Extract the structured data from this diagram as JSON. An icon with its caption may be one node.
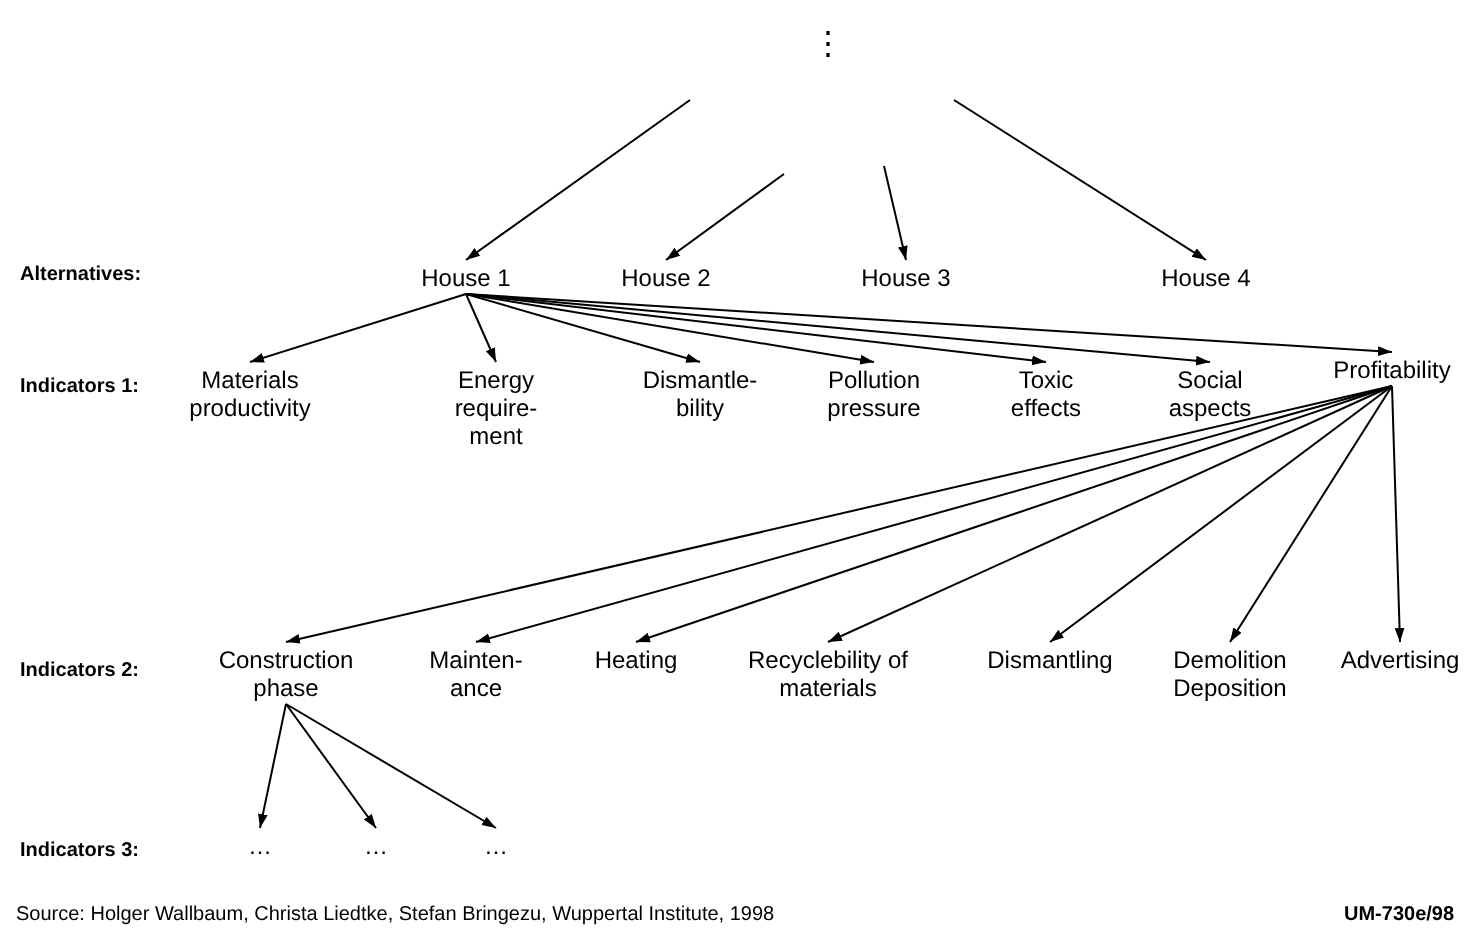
{
  "diagram": {
    "nodes": [
      {
        "text": [
          "House 1"
        ]
      },
      {
        "text": [
          "House 2"
        ]
      },
      {
        "text": [
          "House 3"
        ]
      },
      {
        "text": [
          "House 4"
        ]
      },
      {
        "text": [
          "Materials productivity"
        ]
      },
      {
        "text": [
          "Energy require-ment"
        ]
      },
      {
        "text": [
          "Dismantle-bility"
        ]
      },
      {
        "text": [
          "Pollution pressure"
        ]
      },
      {
        "text": [
          "Toxic effects"
        ]
      },
      {
        "text": [
          "Social aspects"
        ]
      },
      {
        "text": [
          "Profitability"
        ]
      },
      {
        "text": [
          "Construction phase"
        ]
      },
      {
        "text": [
          "Mainten-ance"
        ]
      },
      {
        "text": [
          "Heating"
        ]
      },
      {
        "text": [
          "Recyclebility of materials"
        ]
      },
      {
        "text": [
          "Dismantling"
        ]
      },
      {
        "text": [
          "Demolition Deposition"
        ]
      },
      {
        "text": [
          "Advertising"
        ]
      },
      {
        "text": [
          "…"
        ]
      },
      {
        "text": [
          "…"
        ]
      },
      {
        "text": [
          "…"
        ]
      }
    ],
    "edges": [
      {
        "from": null,
        "to": 0,
        "arrow": "to"
      },
      {
        "from": null,
        "to": 1,
        "arrow": "to"
      },
      {
        "from": null,
        "to": 2,
        "arrow": "to"
      },
      {
        "from": null,
        "to": 3,
        "arrow": "to"
      },
      {
        "from": 0,
        "to": 4,
        "arrow": "to"
      },
      {
        "from": 0,
        "to": 5,
        "arrow": "to"
      },
      {
        "from": 0,
        "to": 6,
        "arrow": "to"
      },
      {
        "from": 0,
        "to": 7,
        "arrow": "to"
      },
      {
        "from": 0,
        "to": 8,
        "arrow": "to"
      },
      {
        "from": 0,
        "to": 9,
        "arrow": "to"
      },
      {
        "from": 0,
        "to": 10,
        "arrow": "to"
      },
      {
        "from": 10,
        "to": 11,
        "arrow": "to"
      },
      {
        "from": 10,
        "to": 12,
        "arrow": "to"
      },
      {
        "from": 10,
        "to": 13,
        "arrow": "to"
      },
      {
        "from": 10,
        "to": 14,
        "arrow": "to"
      },
      {
        "from": 10,
        "to": 15,
        "arrow": "to"
      },
      {
        "from": 10,
        "to": 16,
        "arrow": "to"
      },
      {
        "from": 10,
        "to": 17,
        "arrow": "to"
      },
      {
        "from": 11,
        "to": 18,
        "arrow": "to"
      },
      {
        "from": 11,
        "to": 19,
        "arrow": "to"
      },
      {
        "from": 11,
        "to": 20,
        "arrow": "to"
      }
    ],
    "labels": [
      "⋮",
      "Alternatives:",
      "Indicators 1:",
      "Indicators 2:",
      "Indicators 3:",
      "Source: Holger Wallbaum, Christa Liedtke, Stefan Bringezu, Wuppertal Institute, 1998",
      "UM-730e/98"
    ]
  }
}
